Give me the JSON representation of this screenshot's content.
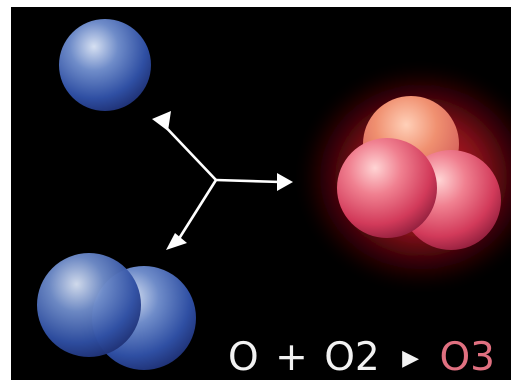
{
  "equation": {
    "reactant_1": "O",
    "plus": "+",
    "reactant_2": "O2",
    "arrow": "▶",
    "product": "O3"
  },
  "colors": {
    "background": "#000000",
    "oxygen_atom": "#2f4fa3",
    "ozone_atom": "#e23a5e",
    "ozone_glow": "#ff2a3a",
    "connector": "#ffffff",
    "product_text": "#e07080"
  },
  "icons": {
    "reactant_atom": "blue-sphere-icon",
    "reactant_molecule": "blue-double-sphere-icon",
    "product_molecule": "red-triple-sphere-icon",
    "reaction_arrow": "y-merge-arrow-icon"
  }
}
